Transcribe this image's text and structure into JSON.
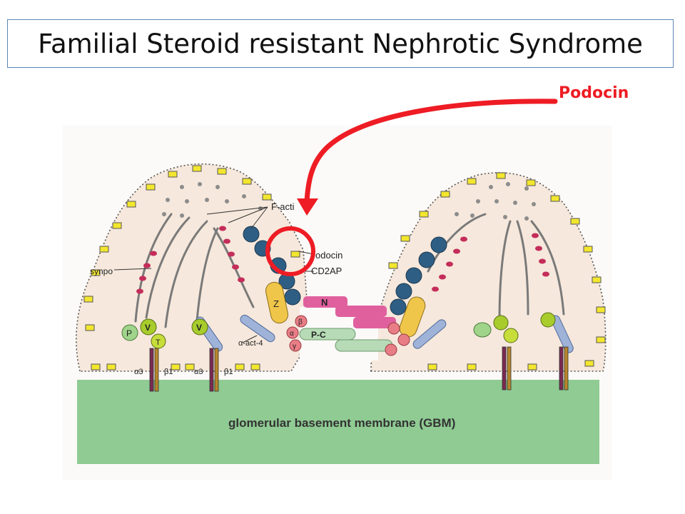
{
  "title": "Familial Steroid resistant Nephrotic Syndrome",
  "callout": "Podocin",
  "labels": {
    "f_actin": "F-acti",
    "podocin": "odocin",
    "cd2ap": "CD2AP",
    "synpo": "synpo",
    "alpha_actinin_4": "α-act-4",
    "nephrin": "N",
    "p_cadherin": "P-C",
    "zo1": "Z",
    "alpha": "α",
    "beta": "β",
    "gamma": "γ",
    "p": "P",
    "v": "V",
    "t": "T",
    "v2": "V",
    "alpha3_left": "α3",
    "beta1_left": "β1",
    "alpha3_right": "α3",
    "beta1_right": "β1",
    "gbm": "glomerular basement membrane (GBM)"
  },
  "colors": {
    "arrow": "#ee1c24",
    "cell": "#f6e8dc",
    "gbm": "#8fcb93",
    "membrane_dot": "#f3e62e",
    "dark_protein": "#2f5e84",
    "nephrin": "#e0609e",
    "zo1": "#f0c64a"
  }
}
